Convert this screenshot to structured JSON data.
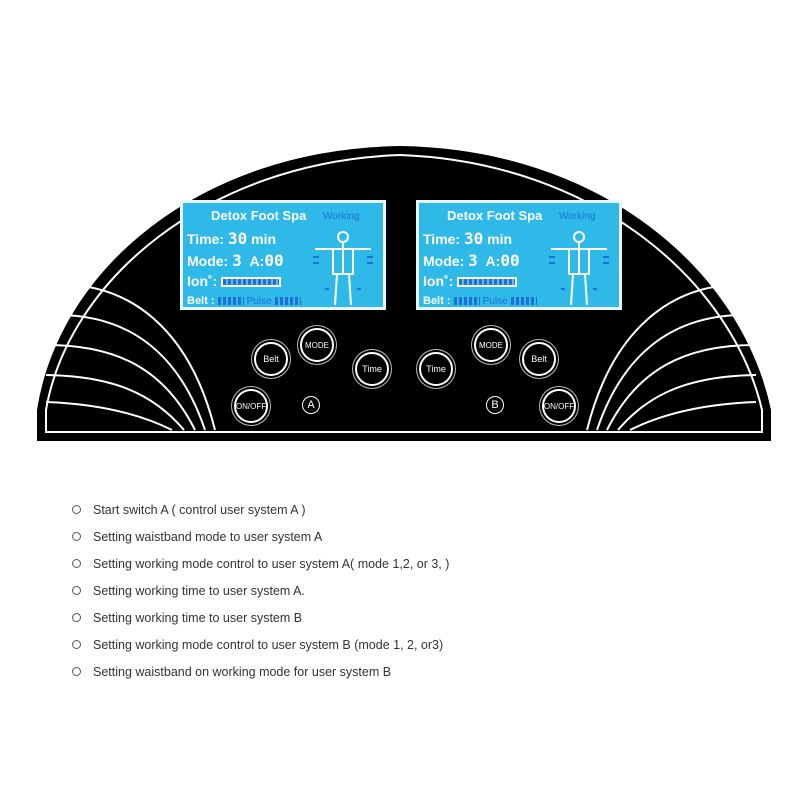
{
  "panel": {
    "colors": {
      "panel": "#000000",
      "lcd": "#2fb9e9",
      "lcd_text": "#ffffff",
      "lcd_ghost": "#1f6fd6"
    },
    "display_a": {
      "title": "Detox Foot Spa",
      "status": "Working",
      "time_label": "Time:",
      "time_value": "30",
      "time_unit": "min",
      "mode_label": "Mode:",
      "mode_value": "3",
      "a_label": "A:",
      "a_value": "00",
      "ion_label": "Ion˚:",
      "belt_label": "Belt :",
      "pulse_label": "Pulse"
    },
    "display_b": {
      "title": "Detox Foot Spa",
      "status": "Working",
      "time_label": "Time:",
      "time_value": "30",
      "time_unit": "min",
      "mode_label": "Mode:",
      "mode_value": "3",
      "a_label": "A:",
      "a_value": "00",
      "ion_label": "Ion˚:",
      "belt_label": "Belt :",
      "pulse_label": "Pulse"
    },
    "buttons": {
      "belt_a": "Belt",
      "mode_a": "MODE",
      "time_a": "Time",
      "onoff_a": "ON/OFF",
      "time_b": "Time",
      "mode_b": "MODE",
      "belt_b": "Belt",
      "onoff_b": "ON/OFF"
    },
    "tags": {
      "a": "A",
      "b": "B"
    }
  },
  "legend": [
    "Start switch A ( control user system A )",
    "Setting waistband mode to user system A",
    "Setting working mode control to user system A( mode 1,2, or 3, )",
    "Setting working time to user system A.",
    "Setting working time to user system B",
    "Setting working mode control to user system B (mode 1, 2, or3)",
    "Setting waistband on working mode for user system B"
  ]
}
